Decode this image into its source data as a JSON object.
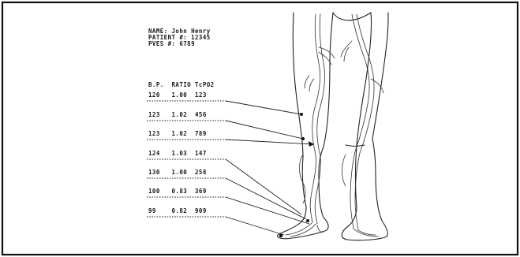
{
  "patient": {
    "name_line": "NAME: John Henry",
    "patient_line": "PATIENT #: 12345",
    "pves_line": "PVES #: 6789"
  },
  "table": {
    "header": "B.P.  RATIO TcPO2",
    "rows": [
      "120   1.00  123",
      "123   1.02  456",
      "123   1.02  789",
      "124   1.03  147",
      "130   1.00  258",
      "100   0.83  369",
      "99    0.82  909"
    ]
  }
}
